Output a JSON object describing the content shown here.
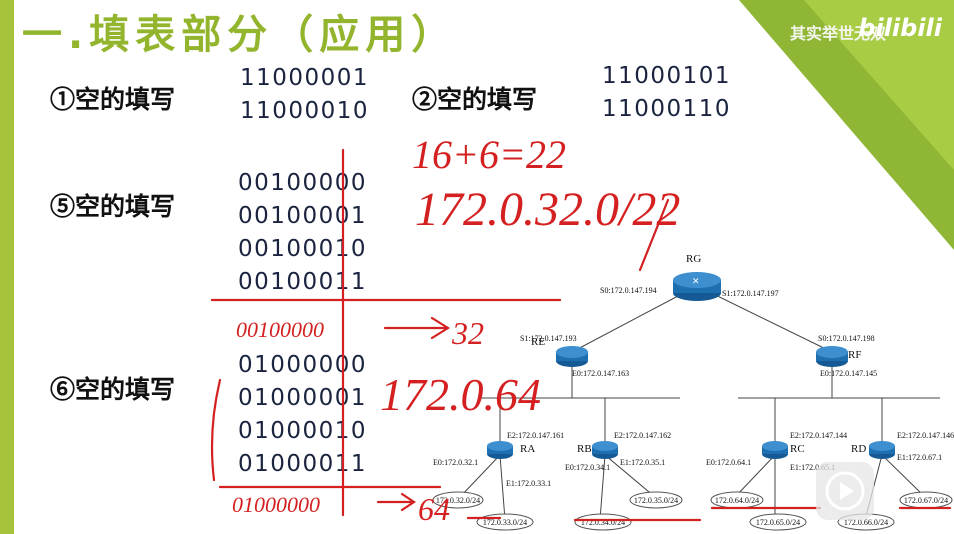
{
  "slide": {
    "title": "一.填表部分（应用）",
    "watermark": "其实举世无双",
    "logo": "bilibili"
  },
  "blocks": [
    {
      "label": "①空的填写",
      "values": [
        "11000001",
        "11000010"
      ]
    },
    {
      "label": "②空的填写",
      "values": [
        "11000101",
        "11000110"
      ]
    },
    {
      "label": "⑤空的填写",
      "values": [
        "00100000",
        "00100001",
        "00100010",
        "00100011"
      ]
    },
    {
      "label": "⑥空的填写",
      "values": [
        "01000000",
        "01000001",
        "01000010",
        "01000011"
      ]
    }
  ],
  "handwriting": {
    "calc": "16+6=22",
    "result5": "172.0.32.0/22",
    "bits5": "00100000",
    "arrow5_value": "32",
    "result6": "172.0.64",
    "bits6": "01000000",
    "arrow6_value": "64",
    "ink_color": "#d42020"
  },
  "network": {
    "routers": [
      {
        "name": "RG",
        "ports": [
          "S0:172.0.147.194",
          "S1:172.0.147.197"
        ]
      },
      {
        "name": "RE",
        "ports": [
          "S1:172.0.147.193",
          "E0:172.0.147.163"
        ]
      },
      {
        "name": "RF",
        "ports": [
          "S0:172.0.147.198",
          "E0:172.0.147.145"
        ]
      },
      {
        "name": "RA",
        "ports": [
          "E2:172.0.147.161",
          "E0:172.0.32.1",
          "E1:172.0.33.1"
        ]
      },
      {
        "name": "RB",
        "ports": [
          "E2:172.0.147.162",
          "E0:172.0.34.1",
          "E1:172.0.35.1"
        ]
      },
      {
        "name": "RC",
        "ports": [
          "E2:172.0.147.144",
          "E0:172.0.64.1",
          "E1:172.0.65.1"
        ]
      },
      {
        "name": "RD",
        "ports": [
          "E2:172.0.147.146",
          "E1:172.0.67.1"
        ]
      }
    ],
    "lans": [
      "172.0.32.0/24",
      "172.0.33.0/24",
      "172.0.34.0/24",
      "172.0.35.0/24",
      "172.0.64.0/24",
      "172.0.65.0/24",
      "172.0.66.0/24",
      "172.0.67.0/24"
    ]
  },
  "colors": {
    "accent": "#93b52e",
    "router": "#1e6fb0"
  }
}
